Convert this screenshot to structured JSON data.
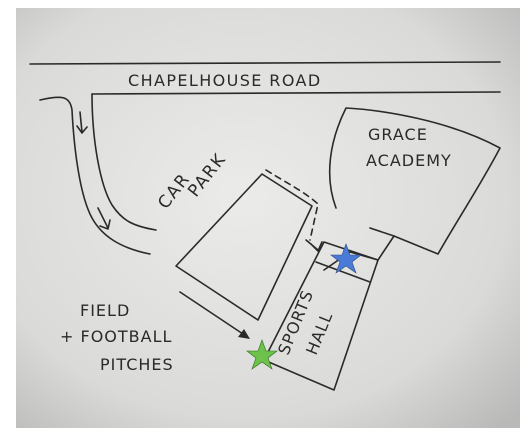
{
  "labels": {
    "road": "CHAPELHOUSE ROAD",
    "car_park_line1": "CAR",
    "car_park_line2": "PARK",
    "academy_line1": "GRACE",
    "academy_line2": "ACADEMY",
    "field_line1": "FIELD",
    "field_line2": "+ FOOTBALL",
    "field_line3": "PITCHES",
    "hall_line1": "SPORTS",
    "hall_line2": "HALL"
  },
  "markers": {
    "blue_star": {
      "color": "#4a7bd8"
    },
    "green_star": {
      "color": "#6cc24a"
    }
  },
  "colors": {
    "paper": "#dcdcda",
    "ink": "#2a2a2a"
  }
}
